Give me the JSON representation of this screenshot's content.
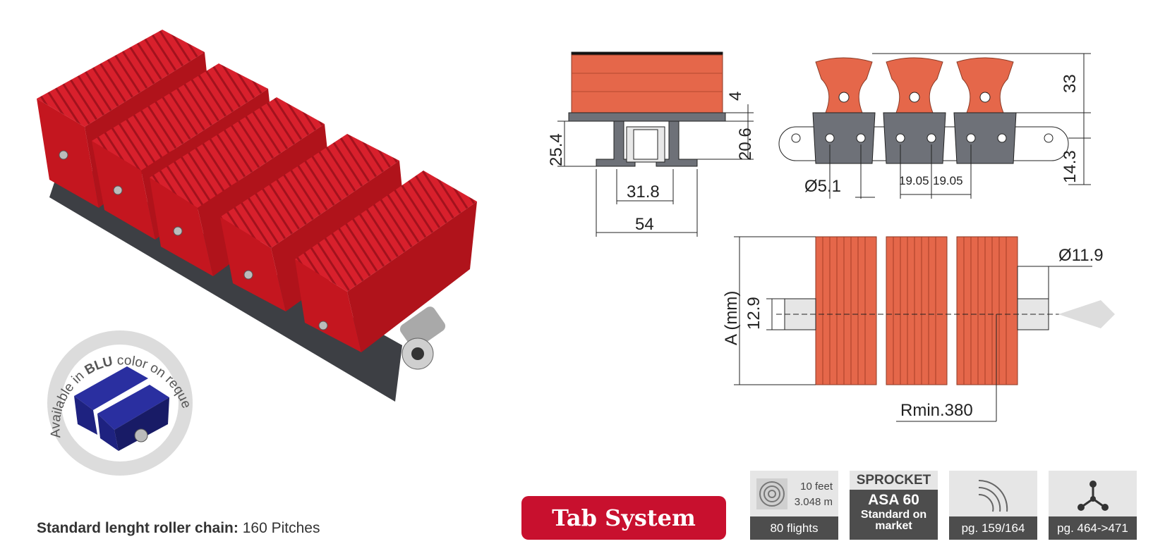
{
  "product_photo": {
    "alt": "Red tab chain product"
  },
  "badge": {
    "text_prefix": "Available in ",
    "text_bold": "BLU",
    "text_suffix": " color on request"
  },
  "caption": {
    "bold": "Standard lenght roller chain:",
    "text": " 160 Pitches"
  },
  "drawing": {
    "dims": {
      "d4": "4",
      "d25_4": "25.4",
      "d20_6": "20.6",
      "d31_8": "31.8",
      "d54": "54",
      "d33": "33",
      "d14_3": "14.3",
      "d5_1": "Ø5.1",
      "d19a": "19.05",
      "d19b": "19.05",
      "d11_9": "Ø11.9",
      "d12_9": "12.9",
      "a_mm": "A (mm)",
      "rmin": "Rmin.380"
    }
  },
  "tab_button": {
    "label": "Tab System"
  },
  "info_boxes": {
    "length": {
      "feet": "10 feet",
      "meters": "3.048 m",
      "footer": "80 flights",
      "icon": "coil-icon"
    },
    "sprocket": {
      "title": "SPROCKET",
      "model": "ASA 60",
      "line1": "Standard on",
      "line2": "market"
    },
    "curve": {
      "footer": "pg. 159/164",
      "icon": "curve-icon"
    },
    "accessories": {
      "footer": "pg. 464->471",
      "icon": "network-icon"
    }
  },
  "colors": {
    "brand_red": "#c8102e",
    "tab_orange": "#e5674a",
    "chain_gray": "#6e7178",
    "blue_variant": "#2a2fa0"
  }
}
